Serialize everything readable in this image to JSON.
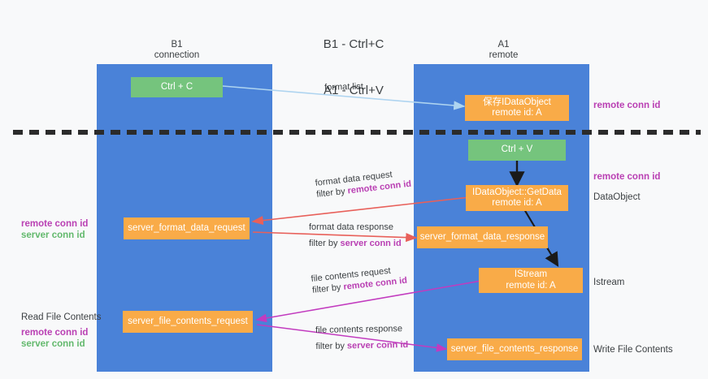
{
  "title": {
    "line1": "B1 - Ctrl+C",
    "line2": "A1 - Ctrl+V"
  },
  "columns": [
    {
      "name": "B1",
      "sub": "connection",
      "header": "B1\nconnection"
    },
    {
      "name": "A1",
      "sub": "remote",
      "header": "A1\nremote"
    }
  ],
  "nodes": {
    "ctrl_c": "Ctrl + C",
    "save_idataobject": "保存IDataObject\nremote id: A",
    "ctrl_v": "Ctrl + V",
    "getdata": "IDataObject::GetData\nremote id: A",
    "server_format_data_request": "server_format_data_request",
    "server_format_data_response": "server_format_data_response",
    "istream": "IStream\nremote id: A",
    "server_file_contents_request": "server_file_contents_request",
    "server_file_contents_response": "server_file_contents_response"
  },
  "edges": {
    "format_list": "format list",
    "format_data_request": "format data request",
    "format_data_request_filter_pre": "filter by ",
    "format_data_request_filter_key": "remote conn id",
    "format_data_response": "format data response",
    "format_data_response_filter_pre": "filter by ",
    "format_data_response_filter_key": "server conn id",
    "file_contents_request": "file contents request",
    "file_contents_request_filter_pre": "filter by ",
    "file_contents_request_filter_key": "remote conn id",
    "file_contents_response": "file contents response",
    "file_contents_response_filter_pre": "filter by ",
    "file_contents_response_filter_key": "server conn id"
  },
  "side_labels": {
    "right_remote_conn_id_1": "remote conn id",
    "right_remote_conn_id_2": "remote conn id",
    "right_dataobject": "DataObject",
    "right_istream": "Istream",
    "right_write_file_contents": "Write File Contents",
    "left_remote_conn_id": "remote conn id",
    "left_server_conn_id": "server conn id",
    "left_read_file_contents": "Read File Contents",
    "left_remote_conn_id_2": "remote conn id",
    "left_server_conn_id_2": "server conn id"
  },
  "colors": {
    "column_blue": "#4a82d8",
    "node_orange": "#f9ab48",
    "node_green": "#75c47d",
    "accent_magenta": "#b93fb3",
    "accent_green": "#63b96d",
    "arrow_lightblue": "#aed4f0",
    "arrow_red": "#e8605a",
    "arrow_black": "#1a1a1a",
    "background": "#f8f9fa"
  }
}
